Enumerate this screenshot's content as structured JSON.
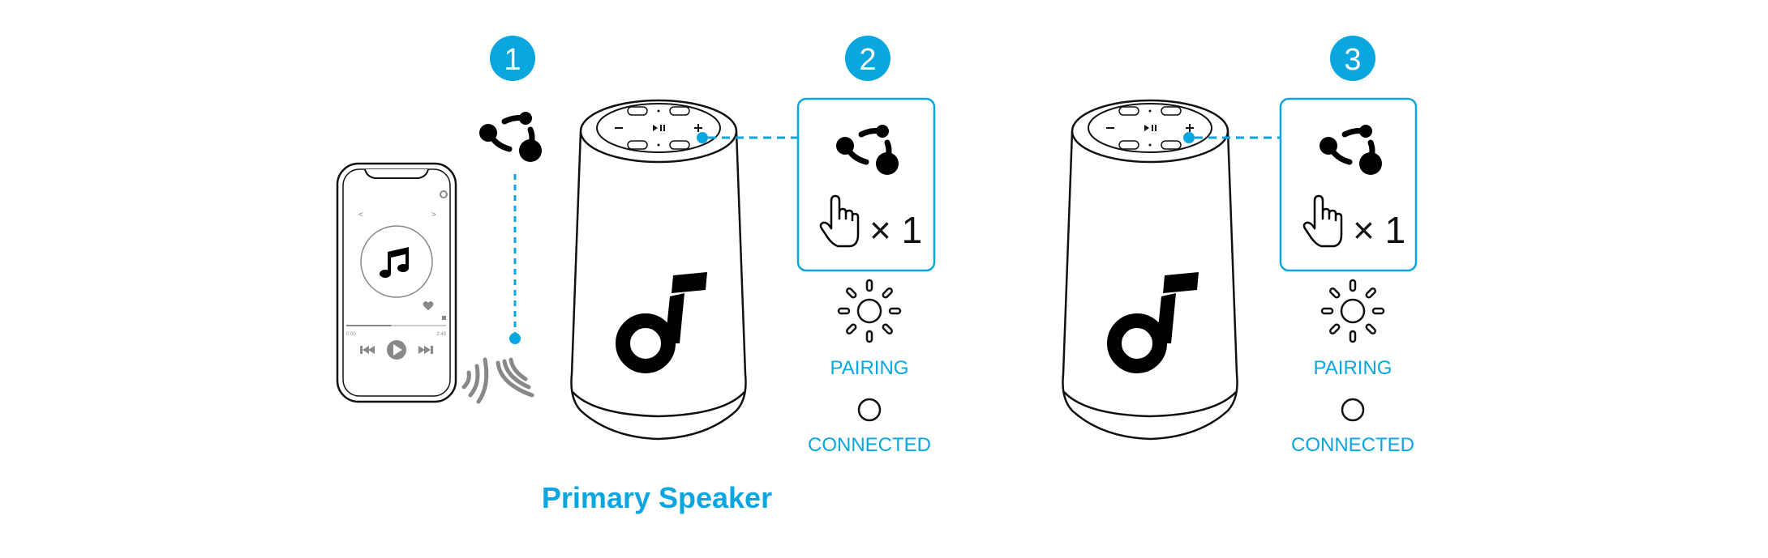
{
  "colors": {
    "accent": "#0aa6e0",
    "line": "#111111",
    "gray": "#888888"
  },
  "steps": [
    {
      "number": "1"
    },
    {
      "number": "2"
    },
    {
      "number": "3"
    }
  ],
  "phone": {
    "icon_music": "music-note-icon",
    "time_elapsed": "0:00",
    "time_total": "2:48",
    "progress": 0.45,
    "nav_prev": "<",
    "nav_next": ">"
  },
  "instruction_boxes": [
    {
      "icon": "party-cast-icon",
      "press_icon": "hand-press-icon",
      "count": "× 1"
    },
    {
      "icon": "party-cast-icon",
      "press_icon": "hand-press-icon",
      "count": "× 1"
    }
  ],
  "led_status": [
    {
      "pairing": "PAIRING",
      "connected": "CONNECTED"
    },
    {
      "pairing": "PAIRING",
      "connected": "CONNECTED"
    }
  ],
  "speaker_buttons": {
    "play_pause": "▶ II",
    "minus": "—",
    "plus": "+"
  },
  "primary_label": "Primary Speaker"
}
